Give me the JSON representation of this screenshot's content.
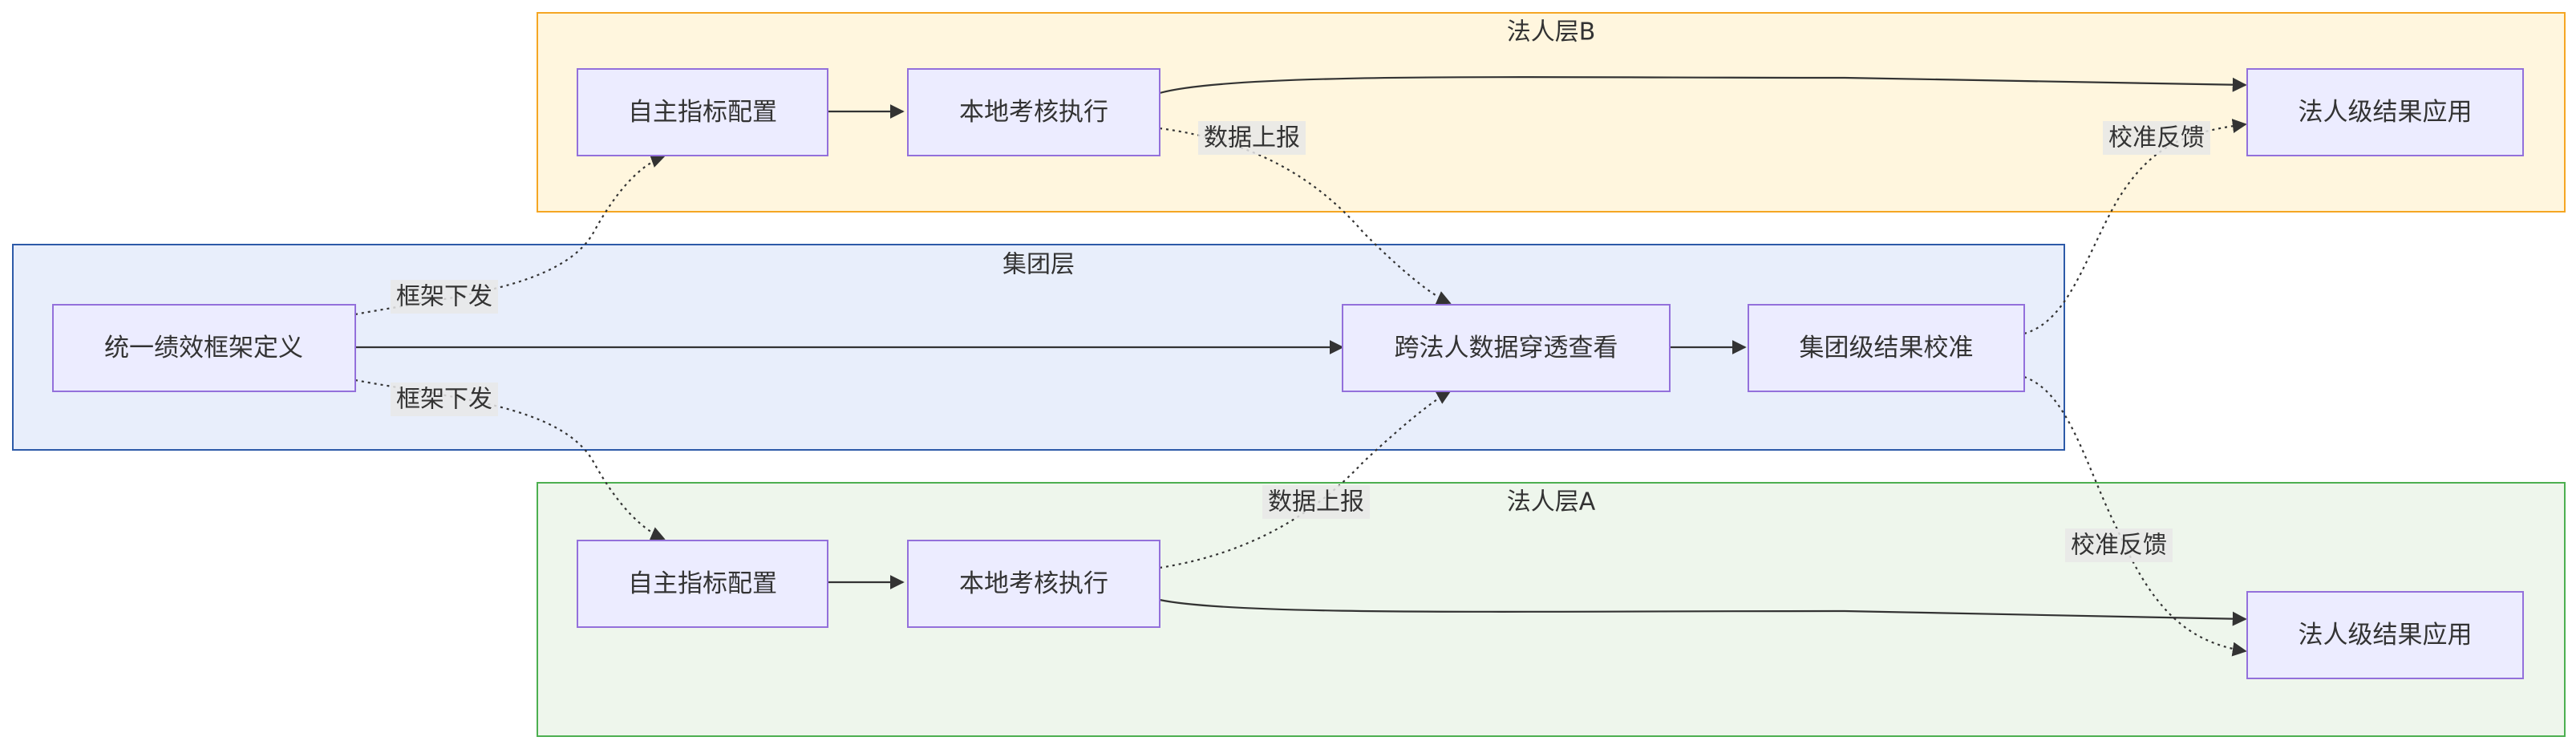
{
  "lanes": {
    "legal_b": {
      "title": "法人层B",
      "fill": "#FFF6DE",
      "stroke": "#F5A623"
    },
    "group": {
      "title": "集团层",
      "fill": "#E8EEFB",
      "stroke": "#2D5AA8"
    },
    "legal_a": {
      "title": "法人层A",
      "fill": "#EEF6EC",
      "stroke": "#4CAF50"
    }
  },
  "nodes": {
    "b_config": "自主指标配置",
    "b_exec": "本地考核执行",
    "b_apply": "法人级结果应用",
    "g_define": "统一绩效框架定义",
    "g_view": "跨法人数据穿透查看",
    "g_calib": "集团级结果校准",
    "a_config": "自主指标配置",
    "a_exec": "本地考核执行",
    "a_apply": "法人级结果应用"
  },
  "edge_labels": {
    "dispatch_b": "框架下发",
    "dispatch_a": "框架下发",
    "report_b": "数据上报",
    "report_a": "数据上报",
    "feedback_b": "校准反馈",
    "feedback_a": "校准反馈"
  },
  "colors": {
    "node_fill": "#ECECFF",
    "node_stroke": "#9370DB",
    "edge": "#333333"
  }
}
